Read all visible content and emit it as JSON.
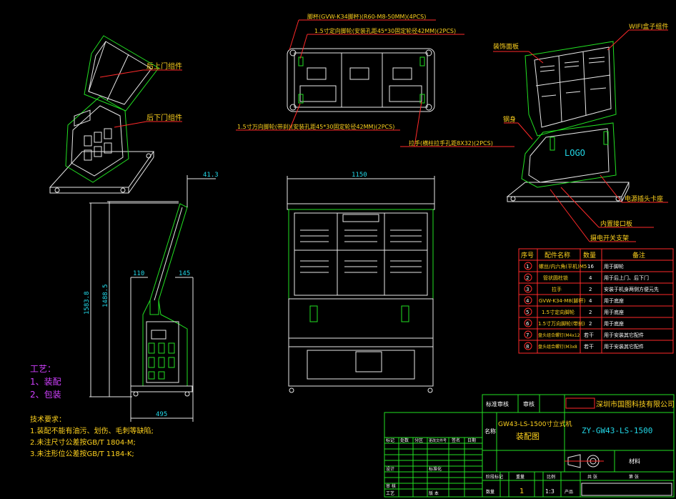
{
  "colors": {
    "background": "#000000",
    "line_white": "#e8e8e8",
    "line_green": "#22e022",
    "line_red": "#ff2a2a",
    "line_cyan": "#22d8e8",
    "line_magenta": "#d040ff",
    "text_yellow": "#ffd21e",
    "text_white": "#ffffff"
  },
  "callouts": {
    "top_plan": [
      "脚杯(GVW-K34脚杯)(R60-M8-50MM)(4PCS)",
      "1.5寸定向脚轮(安装孔距45*30固定轮径42MM)(2PCS)",
      "1.5寸万向脚轮(带刹)(安装孔距45*30固定轮径42MM)(2PCS)"
    ],
    "handle": "拉手(横柱拉手孔距8X32)(2PCS)",
    "left_iso": [
      "后上门组件",
      "后下门组件"
    ],
    "right_iso": [
      "装饰面板",
      "WIFI盒子组件",
      "钢身",
      "电源插头卡座",
      "内置接口板",
      "摄电开关支架"
    ]
  },
  "dimensions": {
    "side_top": "41.3",
    "total_height": "1583.8",
    "inner_height": "1488.5",
    "left_gap": "110",
    "right_gap": "145",
    "base_depth": "495",
    "front_width": "1150"
  },
  "bom": {
    "headers": [
      "序号",
      "配件名称",
      "数量",
      "备注"
    ],
    "rows": [
      [
        "1",
        "螺丝/内六角(平机)M5",
        "16",
        "用于脚轮"
      ],
      [
        "2",
        "管状圆柱锁",
        "4",
        "用于后上门、后下门"
      ],
      [
        "3",
        "拉手",
        "2",
        "安装于机身两侧方便元先"
      ],
      [
        "4",
        "GVW-K34-M8(脚杯)",
        "4",
        "用于底座"
      ],
      [
        "5",
        "1.5寸定向脚轮",
        "2",
        "用于底座"
      ],
      [
        "6",
        "1.5寸万向脚轮(带刹)",
        "2",
        "用于底座"
      ],
      [
        "7",
        "盘头组合螺钉(M4x12",
        "若干",
        "用于安装其它配件"
      ],
      [
        "8",
        "盘头组合螺钉(M3x8",
        "若干",
        "用于安装其它配件"
      ]
    ]
  },
  "notes": {
    "process_title": "工艺：",
    "process": [
      "1、装配",
      "2、包装"
    ],
    "tech_title": "技术要求：",
    "tech": [
      "1.装配不能有油污、划伤、毛刺等缺陷;",
      "2.未注尺寸公差按GB/T  1804-M;",
      "3.未注形位公差按GB/T  1184-K;"
    ]
  },
  "title_block": {
    "approved_label": "标准审核",
    "check_label": "审核",
    "company": "深圳市国图科技有限公司",
    "name_label": "名称",
    "product_name_1": "GW43-LS-1500寸立式机",
    "product_name_2": "装配图",
    "drawing_number": "ZY-GW43-LS-1500",
    "material_label": "材料",
    "quantity": "1",
    "scale": "1:3",
    "process_label": "工艺",
    "qty_label": "数量",
    "scale_label": "比例",
    "unit_label": "产品",
    "date_label": "日期",
    "sign_label": "签名",
    "design_label": "设计",
    "mark_label": "标记",
    "count_label": "处数",
    "zone_label": "分区",
    "doc_label": "更改文件号",
    "weight_label": "重量",
    "sheets_label": "共  张",
    "sheet_label": "第  张",
    "stage_label": "阶段标记",
    "std_label": "标准化",
    "review_label": "审 核",
    "version_label": "版 本"
  }
}
